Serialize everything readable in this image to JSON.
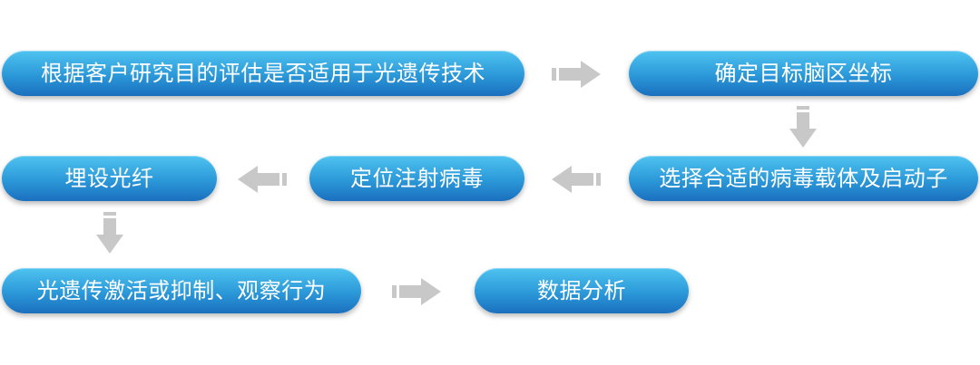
{
  "steps": {
    "s1": "根据客户研究目的评估是否适用于光遗传技术",
    "s2": "确定目标脑区坐标",
    "s3": "选择合适的病毒载体及启动子",
    "s4": "定位注射病毒",
    "s5": "埋设光纤",
    "s6": "光遗传激活或抑制、观察行为",
    "s7": "数据分析"
  },
  "colors": {
    "pill_top": "#4fc3f0",
    "pill_bottom": "#1b6fbe",
    "arrow": "#c8c8c8"
  }
}
